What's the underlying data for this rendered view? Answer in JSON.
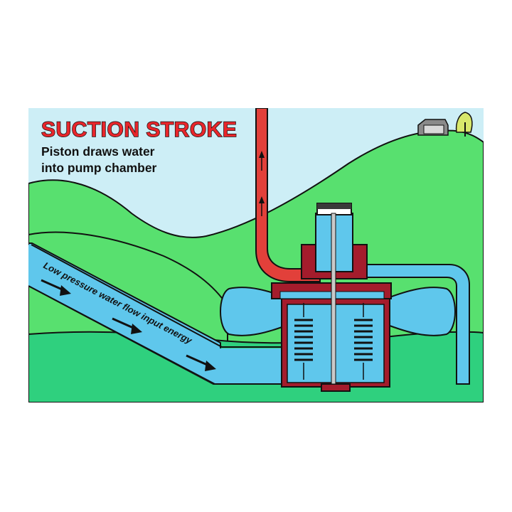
{
  "diagram": {
    "title": "SUCTION STROKE",
    "subtitle_line1": "Piston draws water",
    "subtitle_line2": "into pump chamber",
    "flow_label": "Low pressure water flow input energy",
    "state": "suction stroke",
    "colors": {
      "sky": "#cdeef6",
      "hills": "#58e06f",
      "ground": "#2fd07e",
      "water": "#5fc7ec",
      "pump_body": "#a41c2c",
      "delivery_water": "#e2403a",
      "title_text": "#e8262b"
    }
  }
}
